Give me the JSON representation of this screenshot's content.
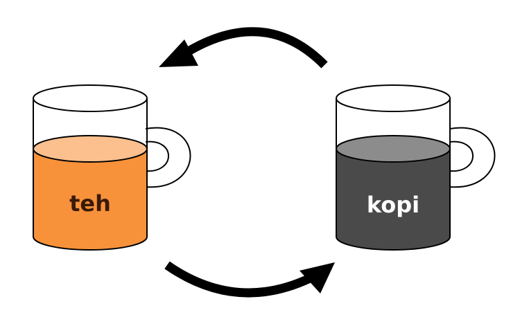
{
  "mugs": {
    "left": {
      "label": "teh",
      "liquid_color": "#f7923a",
      "liquid_top_color": "#fbc08e",
      "label_color": "#3a1a08"
    },
    "right": {
      "label": "kopi",
      "liquid_color": "#4a4a4a",
      "liquid_top_color": "#8c8c8c",
      "label_color": "#ffffff"
    }
  },
  "arrows": {
    "top": "arrow-right-to-left",
    "bottom": "arrow-left-to-right"
  }
}
